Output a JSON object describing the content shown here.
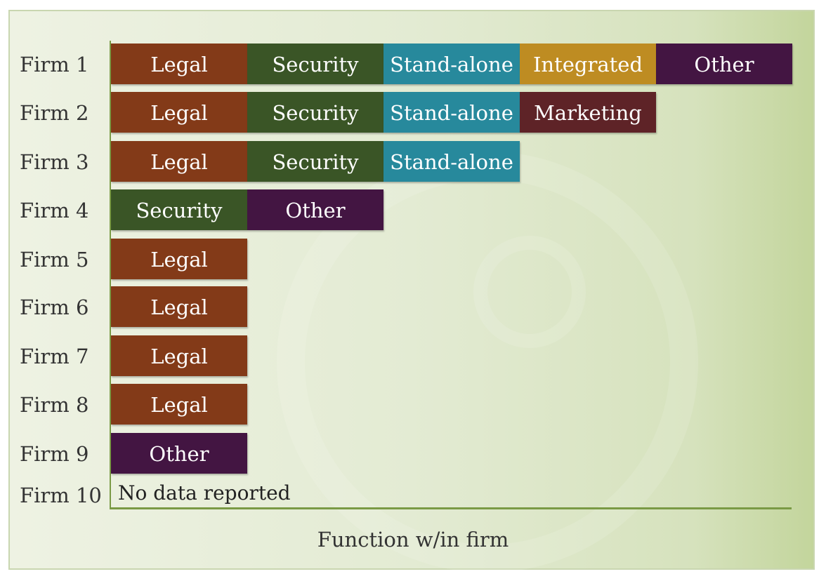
{
  "chart_data": {
    "type": "table",
    "xlabel": "Function w/in firm",
    "colors": {
      "Legal": "#833a18",
      "Security": "#3a5526",
      "Stand-alone": "#27899c",
      "Integrated": "#be8c22",
      "Other": "#431542",
      "Marketing": "#5e2327"
    },
    "rows": [
      {
        "firm": "Firm 1",
        "functions": [
          "Legal",
          "Security",
          "Stand-alone",
          "Integrated",
          "Other"
        ]
      },
      {
        "firm": "Firm 2",
        "functions": [
          "Legal",
          "Security",
          "Stand-alone",
          "Marketing"
        ]
      },
      {
        "firm": "Firm 3",
        "functions": [
          "Legal",
          "Security",
          "Stand-alone"
        ]
      },
      {
        "firm": "Firm 4",
        "functions": [
          "Security",
          "Other"
        ]
      },
      {
        "firm": "Firm 5",
        "functions": [
          "Legal"
        ]
      },
      {
        "firm": "Firm 6",
        "functions": [
          "Legal"
        ]
      },
      {
        "firm": "Firm 7",
        "functions": [
          "Legal"
        ]
      },
      {
        "firm": "Firm 8",
        "functions": [
          "Legal"
        ]
      },
      {
        "firm": "Firm 9",
        "functions": [
          "Other"
        ]
      },
      {
        "firm": "Firm 10",
        "functions": [],
        "note": "No data reported"
      }
    ]
  }
}
